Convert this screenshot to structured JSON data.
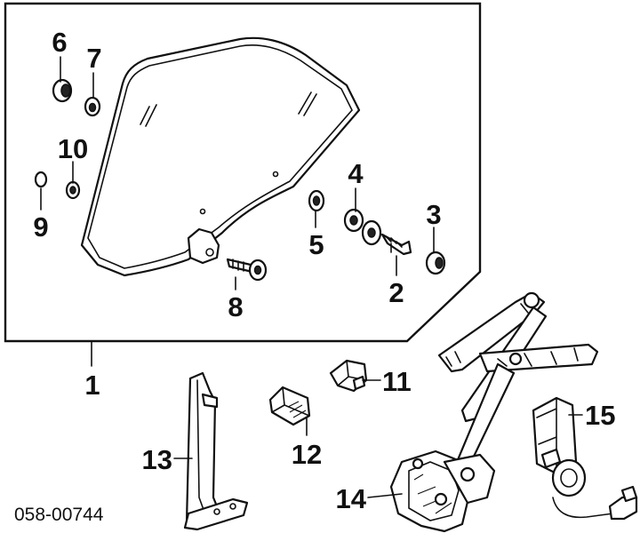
{
  "diagram": {
    "catalog_code": "058-00744",
    "callouts": {
      "c1": "1",
      "c2": "2",
      "c3": "3",
      "c4": "4",
      "c5": "5",
      "c6": "6",
      "c7": "7",
      "c8": "8",
      "c9": "9",
      "c10": "10",
      "c11": "11",
      "c12": "12",
      "c13": "13",
      "c14": "14",
      "c15": "15"
    }
  }
}
